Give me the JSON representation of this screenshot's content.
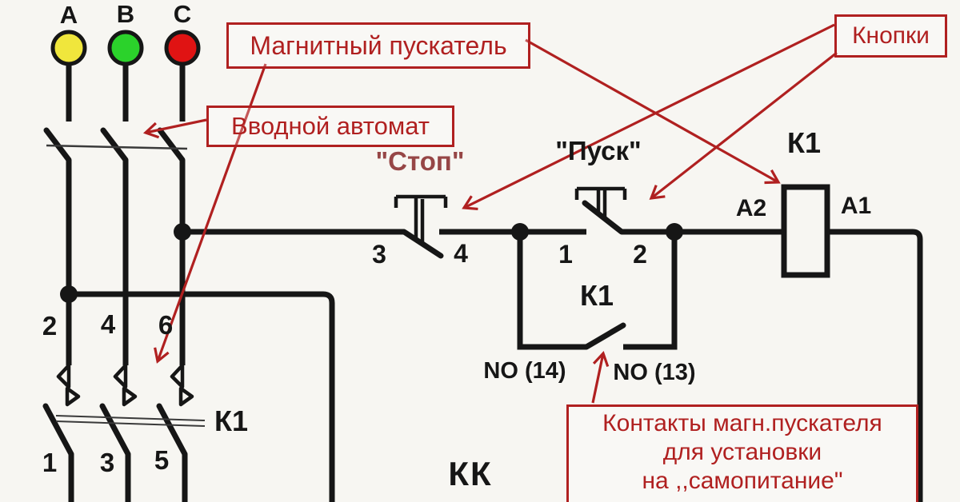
{
  "colors": {
    "annotation_red": "#b02020",
    "stop_text_red": "#964646",
    "wire_black": "#161616",
    "phase_a_yellow": "#f0e63c",
    "phase_b_green": "#2bd22b",
    "phase_c_red": "#e01313",
    "background": "#f7f6f2"
  },
  "phases": {
    "a": {
      "label": "А"
    },
    "b": {
      "label": "В"
    },
    "c": {
      "label": "С"
    }
  },
  "annotations": {
    "magnetic_starter": "Магнитный пускатель",
    "input_breaker": "Вводной автомат",
    "buttons": "Кнопки",
    "self_feed_line1": "Контакты магн.пускателя",
    "self_feed_line2": "для установки",
    "self_feed_line3": "на ,,самопитание\""
  },
  "labels": {
    "stop": "\"Стоп\"",
    "start": "\"Пуск\"",
    "stop_t3": "3",
    "stop_t4": "4",
    "start_t1": "1",
    "start_t2": "2",
    "coil": "К1",
    "coil_a2": "A2",
    "coil_a1": "A1",
    "aux": "К1",
    "no14": "NO (14)",
    "no13": "NO (13)",
    "main": "К1",
    "main_t2": "2",
    "main_t4": "4",
    "main_t6": "6",
    "main_t1": "1",
    "main_t3": "3",
    "main_t5": "5",
    "thermal": "КК"
  }
}
